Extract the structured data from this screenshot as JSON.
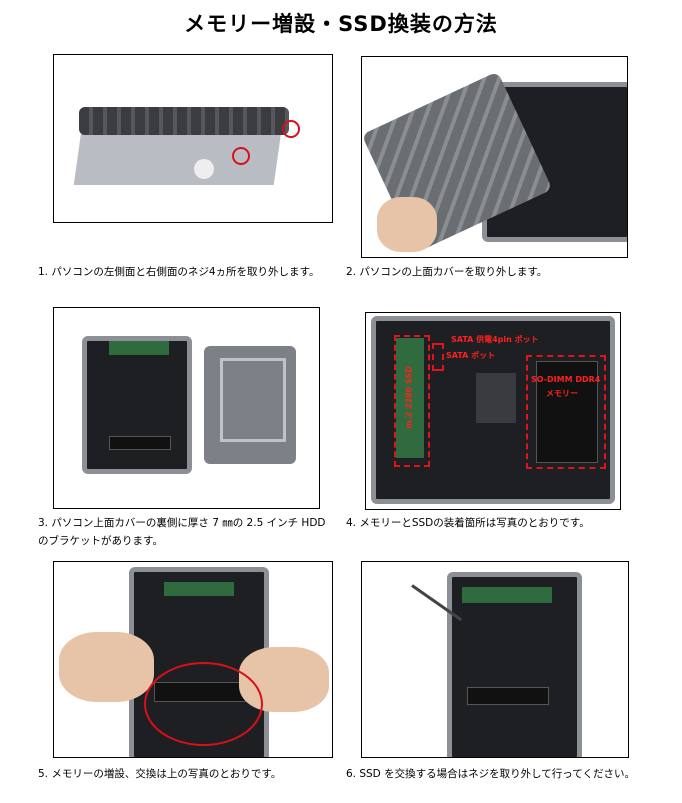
{
  "title": "メモリー増設・SSD換装の方法",
  "steps": [
    {
      "caption": "1. パソコンの左側面と右側面のネジ4ヵ所を取り外します。"
    },
    {
      "caption": "2. パソコンの上面カバーを取り外します。"
    },
    {
      "caption_line1": "3. パソコン上面カバーの裏側に厚さ 7 ㎜の 2.5 インチ HDD",
      "caption_line2": "のブラケットがあります。"
    },
    {
      "caption": "4. メモリーとSSDの装着箇所は写真のとおりです。"
    },
    {
      "caption": "5. メモリーの増設、交換は上の写真のとおりです。"
    },
    {
      "caption": "6. SSD を交換する場合はネジを取り外して行ってください。"
    }
  ],
  "photo4_labels": {
    "sata_power": "SATA 供電4pin ポット",
    "sata_port": "SATA ポット",
    "ssd": "m.2 2280 SSD",
    "memory_line1": "SO-DIMM DDR4",
    "memory_line2": "メモリー"
  },
  "colors": {
    "highlight": "#e0141a"
  }
}
